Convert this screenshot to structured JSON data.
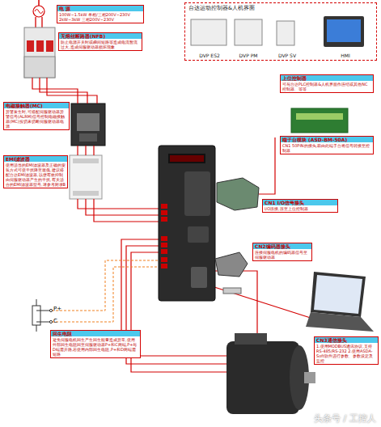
{
  "diagram": {
    "nodes": [
      {
        "text": [
          "电 源",
          "100W~1.5kW 单相/三相200V~230V 2kW~3kW 三相200V~230V"
        ]
      },
      {
        "text": [
          "无熔丝断路器(NFB)",
          "防止电源开关时或瞬间短路等造成电流暂流过大,造成伺服驱动器损坏现象"
        ]
      },
      {
        "text": [
          "电磁接触器(MC)",
          "异警发生时,可搭配伺服驱动器异警信号(ALRM)信号控制电磁接触器(MC)投切来切断伺服驱动器电源"
        ]
      },
      {
        "text": [
          "EMI滤波器",
          "使用适当的EMI滤波器及正确的安装方式可使干扰降至最低,建议搭配台达EMI滤波器,以便有效抑制由伺服驱动器产生的干扰,有关适合的EMI滤波器型号,请参考附录B"
        ]
      },
      {
        "text": [
          "台达运动控制器&人机界面"
        ]
      },
      {
        "text": [
          "DVP ES2"
        ],
        "in": 4
      },
      {
        "text": [
          "DVP PM"
        ],
        "in": 4
      },
      {
        "text": [
          "DVP SV"
        ],
        "in": 4
      },
      {
        "text": [
          "HMI"
        ],
        "in": 4
      },
      {
        "text": [
          "上位控制器",
          "可与台达PLC控制器&人机界面作连结或其他NC控制器、等等"
        ]
      },
      {
        "text": [
          "端子台模块 (ASD-BM-50A)",
          "CN1 50PIN的接头,藉由此端子台将信号转接至控制器"
        ]
      },
      {
        "text": [
          "CN1 I/O信号接头",
          "I/O连接,连至上位控制器"
        ]
      },
      {
        "text": [
          "CN2编码器接头",
          "连接伺服电机的编码器信号至伺服驱动器"
        ]
      },
      {
        "text": [
          "CN3通信接头",
          "1.使用MODBUS通讯协议,支持RS-485/RS-232 2.使用ASDA-Soft软件进行参数、参数设定及监控"
        ]
      },
      {
        "text": [
          "回生电阻",
          "避免伺服电机回生产生回生能量造成异常,使用外部回生电阻回至伺服驱动器P+和C两端,P+与D端需开路,若使用内部回生电阻,P+和D两端需短路"
        ]
      }
    ],
    "labels": [
      "P+",
      "C",
      "头条号 / 工控人"
    ]
  }
}
